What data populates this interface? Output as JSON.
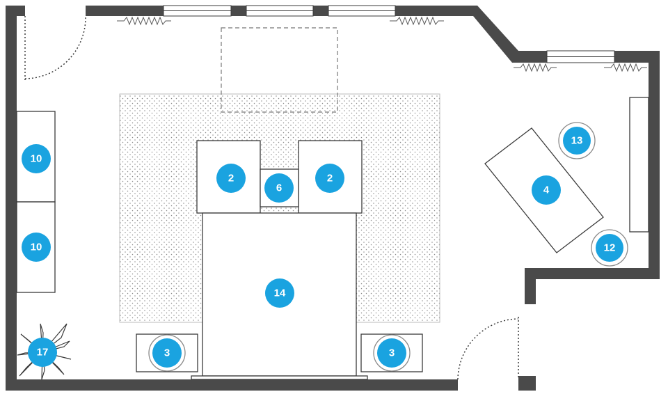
{
  "colors": {
    "wall": "#4a4a4a",
    "furniture_stroke": "#3a3a3a",
    "rug_dot": "#8a8a8a",
    "badge_fill": "#1aa3e0",
    "badge_text": "#ffffff",
    "window_fill": "#ffffff",
    "outline_ring": "#8a8a8a"
  },
  "badges": {
    "nightstand_left": "2",
    "nightstand_right": "2",
    "bench": "6",
    "desk": "4",
    "chair_top": "13",
    "chair_bottom": "12",
    "bed": "14",
    "lamp_left": "3",
    "lamp_right": "3",
    "dresser_top": "10",
    "dresser_bottom": "10",
    "plant": "17"
  },
  "icons": {
    "radiator": "radiator-icon",
    "plant": "plant-icon",
    "door_swing": "door-swing-icon"
  }
}
